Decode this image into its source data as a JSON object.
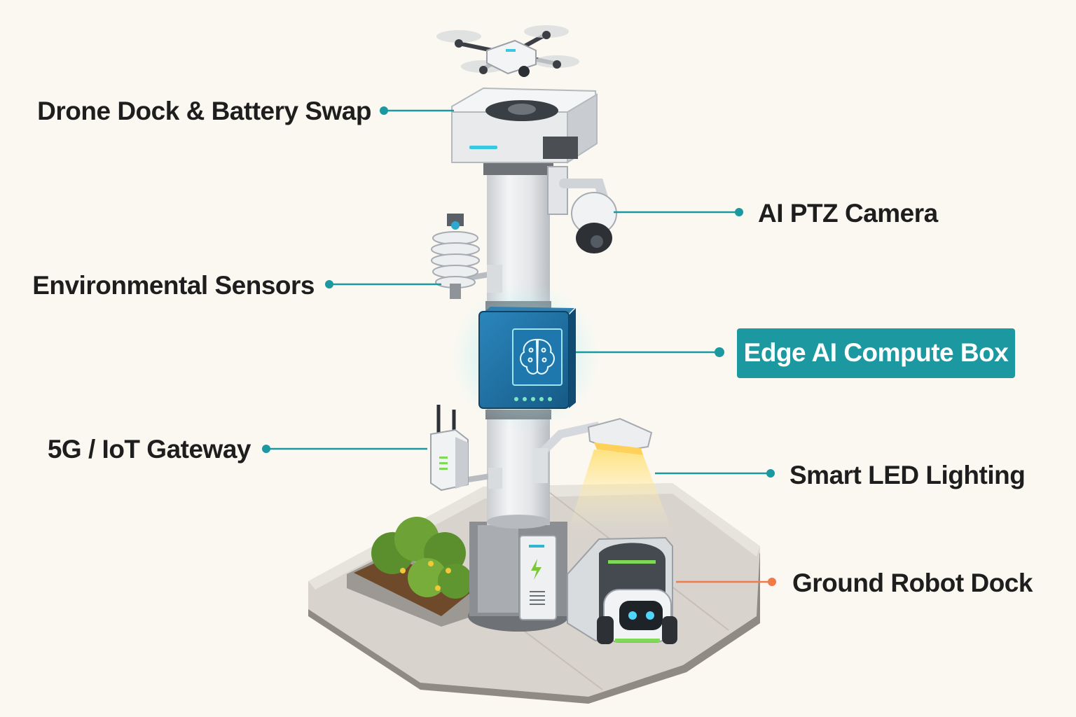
{
  "labels": {
    "drone_dock": "Drone Dock & Battery Swap",
    "ptz_camera": "AI PTZ Camera",
    "env_sensors": "Environmental Sensors",
    "edge_ai": "Edge AI Compute Box",
    "gateway": "5G / IoT Gateway",
    "led_lighting": "Smart LED Lighting",
    "robot_dock": "Ground Robot Dock"
  },
  "colors": {
    "background": "#fbf8f1",
    "leader_line": "#1b98a0",
    "highlight_fill": "#1b98a0",
    "highlight_text": "#ffffff",
    "robot_leader": "#f07a48",
    "compute_box": "#1e6f9f",
    "led_glow": "#ffe27a",
    "status_green": "#7ed957"
  },
  "icons": {
    "drone": "quadcopter-drone-icon",
    "compute": "brain-circuit-icon",
    "charger": "lightning-bolt-icon"
  }
}
